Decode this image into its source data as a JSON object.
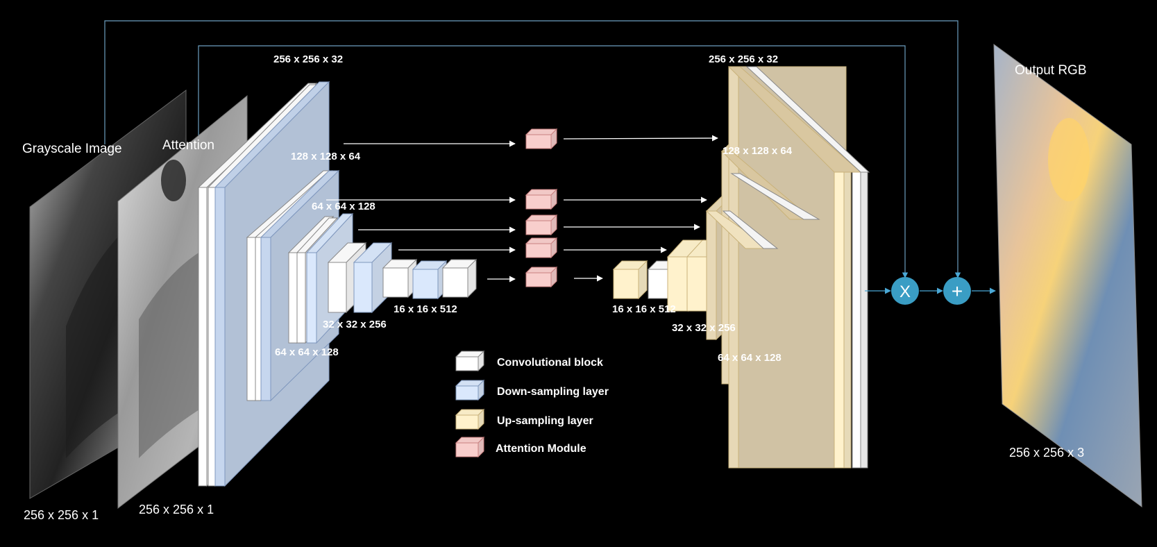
{
  "diagram": {
    "left_images": {
      "grayscale": {
        "title": "Grayscale Image",
        "size": "256 x 256 x 1"
      },
      "attention": {
        "title": "Attention",
        "size": "256 x 256 x 1"
      }
    },
    "output_image": {
      "title": "Output RGB",
      "size": "256 x 256 x 3"
    },
    "encoder_labels": {
      "top": "256 x 256 x 32",
      "level1": "128 x 128 x 64",
      "level2": "64 x 64 x 128",
      "level2_bottom": "64 x 64 x 128",
      "level3": "32 x 32 x 256",
      "bottleneck": "16 x 16 x 512"
    },
    "decoder_labels": {
      "top": "256 x 256 x 32",
      "level1": "128 x 128 x 64",
      "level2": "64 x 64 x 128",
      "level3": "32 x 32 x 256",
      "bottleneck": "16 x 16 x 512"
    },
    "operators": {
      "multiply": "X",
      "add": "+"
    },
    "legend": [
      {
        "label": "Convolutional block",
        "color": "#ffffff"
      },
      {
        "label": "Down-sampling layer",
        "color": "#dae8fc"
      },
      {
        "label": "Up-sampling layer",
        "color": "#fff2cc"
      },
      {
        "label": "Attention Module",
        "color": "#f8cecc"
      }
    ],
    "colors": {
      "background": "#000000",
      "down_sampling": "#c6d6ee",
      "up_sampling": "#e7d8b6",
      "attention_module": "#f8cecc",
      "operator_circle": "#3a9dc4",
      "skip_line": "#6c9ebf"
    }
  }
}
